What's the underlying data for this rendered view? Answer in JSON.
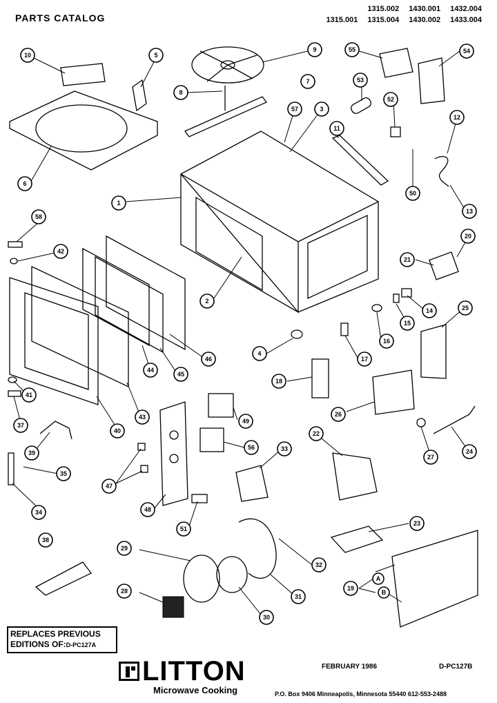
{
  "header": {
    "title": "PARTS CATALOG",
    "models_row1": [
      "1315.002",
      "1430.001",
      "1432.004"
    ],
    "models_row2": [
      "1315.001",
      "1315.004",
      "1430.002",
      "1433.004"
    ]
  },
  "callouts": [
    "10",
    "5",
    "9",
    "55",
    "54",
    "6",
    "8",
    "7",
    "53",
    "52",
    "57",
    "3",
    "11",
    "12",
    "1",
    "50",
    "13",
    "58",
    "42",
    "20",
    "21",
    "14",
    "15",
    "16",
    "25",
    "2",
    "4",
    "17",
    "46",
    "44",
    "45",
    "43",
    "18",
    "41",
    "26",
    "49",
    "37",
    "40",
    "27",
    "24",
    "39",
    "56",
    "22",
    "33",
    "35",
    "47",
    "48",
    "34",
    "51",
    "23",
    "38",
    "32",
    "29",
    "31",
    "A",
    "19",
    "B",
    "28",
    "30"
  ],
  "replaces": {
    "line1": "REPLACES PREVIOUS",
    "line2": "EDITIONS OF:",
    "code": "D-PC127A"
  },
  "brand": {
    "name": "LITTON",
    "sub": "Microwave Cooking"
  },
  "footer": {
    "date": "FEBRUARY 1986",
    "code": "D-PC127B",
    "address": "P.O. Box 9406 Minneapolis, Minnesota 55440   612-553-2488"
  }
}
